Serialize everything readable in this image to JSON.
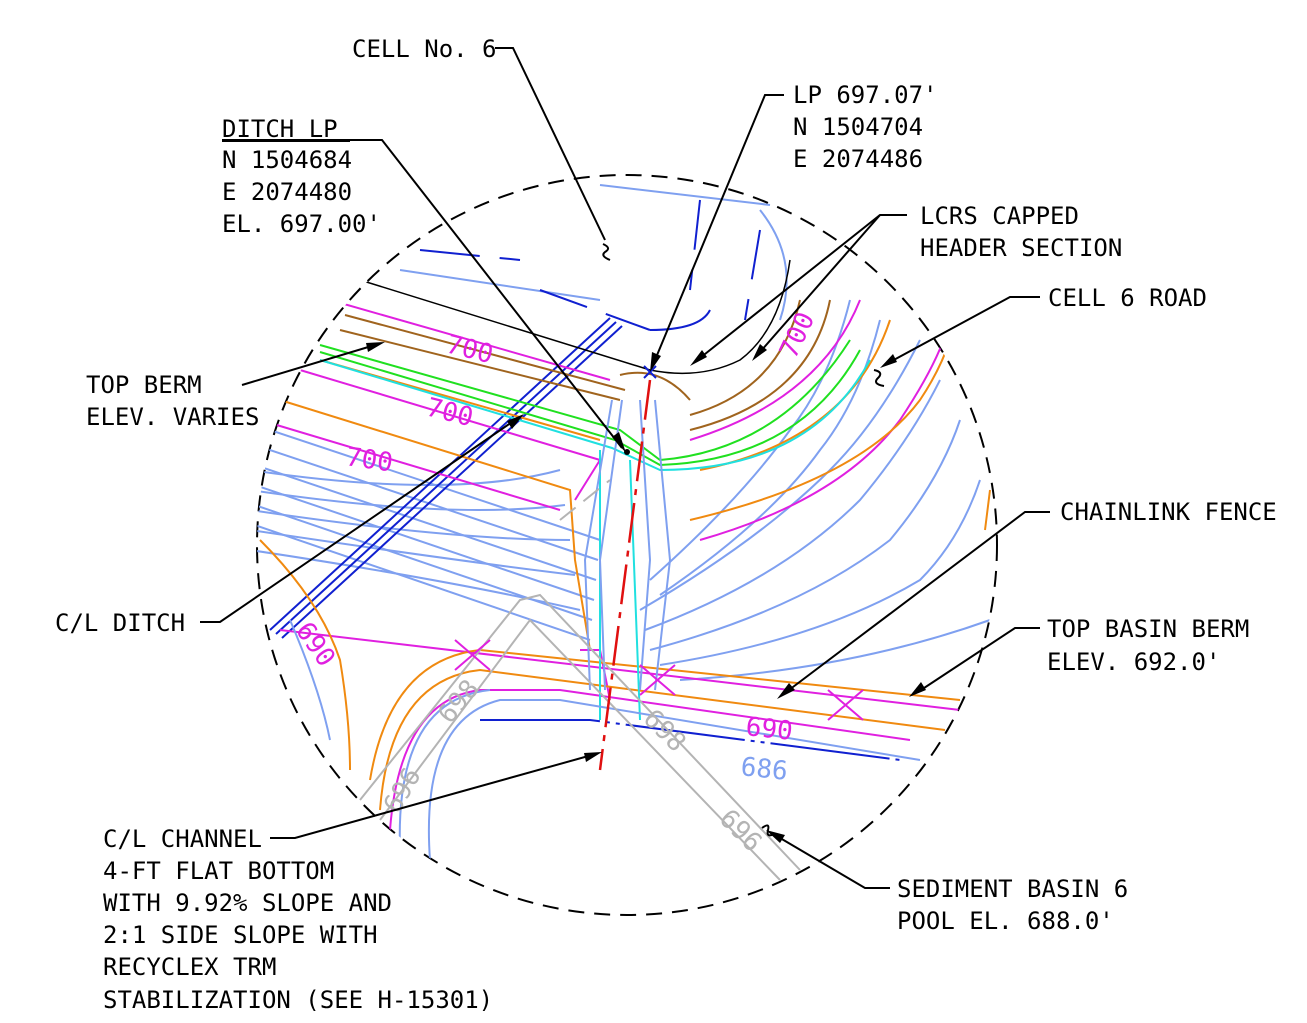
{
  "labels": {
    "cell6": "CELL No. 6",
    "lp": [
      "LP 697.07'",
      "N 1504704",
      "E 2074486"
    ],
    "ditch_lp": [
      "DITCH LP",
      "N 1504684",
      "E 2074480",
      "EL. 697.00'"
    ],
    "lcrs": [
      "LCRS CAPPED",
      "HEADER SECTION"
    ],
    "cell6_road": "CELL 6 ROAD",
    "top_berm": [
      "TOP BERM",
      "ELEV. VARIES"
    ],
    "chainlink": "CHAINLINK FENCE",
    "top_basin_berm": [
      "TOP BASIN BERM",
      "ELEV. 692.0'"
    ],
    "cl_ditch": "C/L DITCH",
    "cl_channel": [
      "C/L CHANNEL",
      "4-FT FLAT BOTTOM",
      "WITH 9.92% SLOPE AND",
      "2:1 SIDE SLOPE WITH",
      "RECYCLEX TRM",
      "STABILIZATION (SEE H-15301)"
    ],
    "sediment_basin": [
      "SEDIMENT BASIN 6",
      "POOL EL. 688.0'"
    ]
  },
  "contours": {
    "c700a": "700",
    "c700b": "700",
    "c700c": "700",
    "c700d": "700",
    "c690a": "690",
    "c690b": "690",
    "c686": "686",
    "c698a": "698",
    "c698b": "698",
    "c696a": "696",
    "c696b": "696"
  },
  "colors": {
    "magenta": "#e020e0",
    "orange": "#f08a10",
    "brown": "#a0641e",
    "green": "#20e020",
    "cyan": "#20e0e0",
    "light_blue": "#7fa0f0",
    "blue": "#1020d0",
    "red": "#e01010",
    "gray": "#b4b4b4",
    "black": "#000000"
  }
}
